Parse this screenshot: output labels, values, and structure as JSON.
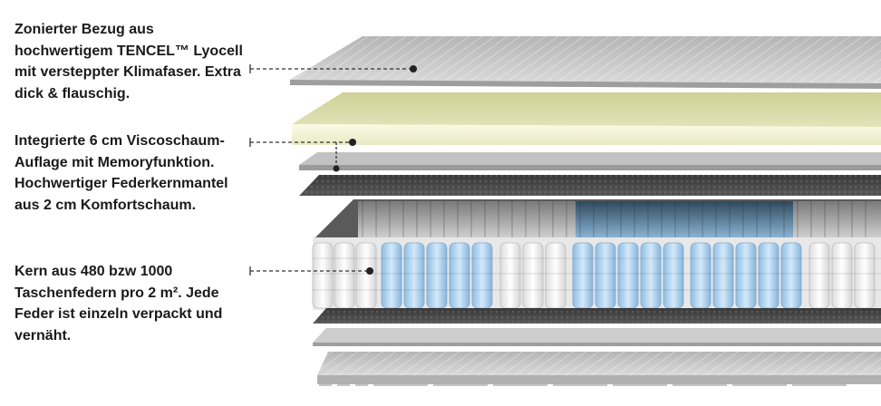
{
  "labels": {
    "cover": "Zonierter Bezug aus hochwertigem TENCEL™ Lyocell mit versteppter Klimafaser. Extra dick & flauschig.",
    "foam": "Integrierte 6 cm Viscoschaum-Auflage mit Memoryfunktion. Hochwertiger Federkernmantel aus 2 cm Komfortschaum.",
    "core": "Kern aus 480 bzw 1000 Taschenfedern pro 2 m². Jede Feder ist einzeln verpackt und vernäht."
  },
  "colors": {
    "text": "#1a1a1a",
    "cover": "#c7c7c7",
    "memory_foam": "#d8d9a6",
    "felt": "#444444",
    "spring_white": "#f1f1f1",
    "spring_blue": "#a9cfee"
  }
}
